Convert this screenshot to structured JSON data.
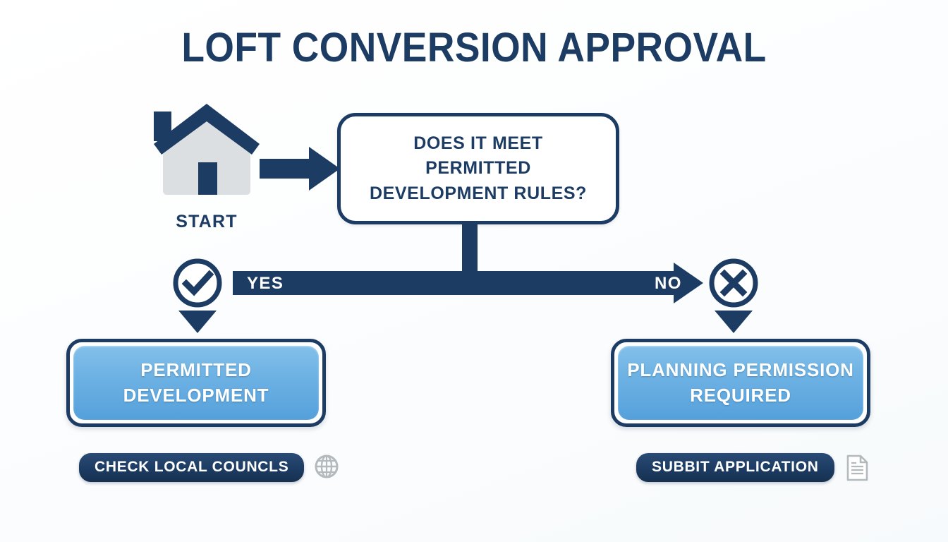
{
  "page": {
    "title": "LOFT CONVERSION APPROVAL",
    "background_color": "#fdfdfe",
    "accent_navy": "#1d3c63",
    "accent_blue": "#6fb3e4",
    "icon_gray": "#b4b9bd"
  },
  "start": {
    "label": "START",
    "icon": "house-icon"
  },
  "decision": {
    "line1": "DOES IT MEET",
    "line2": "PERMITTED",
    "line3": "DEVELOPMENT RULES?"
  },
  "branches": {
    "yes": {
      "label": "YES",
      "icon": "check-circle-icon"
    },
    "no": {
      "label": "NO",
      "icon": "x-circle-icon"
    }
  },
  "results": {
    "left": {
      "line1": "PERMITTED",
      "line2": "DEVELOPMENT"
    },
    "right": {
      "line1": "PLANNING PERMISSION",
      "line2": "REQUIRED"
    }
  },
  "actions": {
    "left": {
      "label": "CHECK LOCAL COUNCLS",
      "icon": "globe-icon"
    },
    "right": {
      "label": "SUBBIT APPLICATION",
      "icon": "document-icon"
    }
  }
}
